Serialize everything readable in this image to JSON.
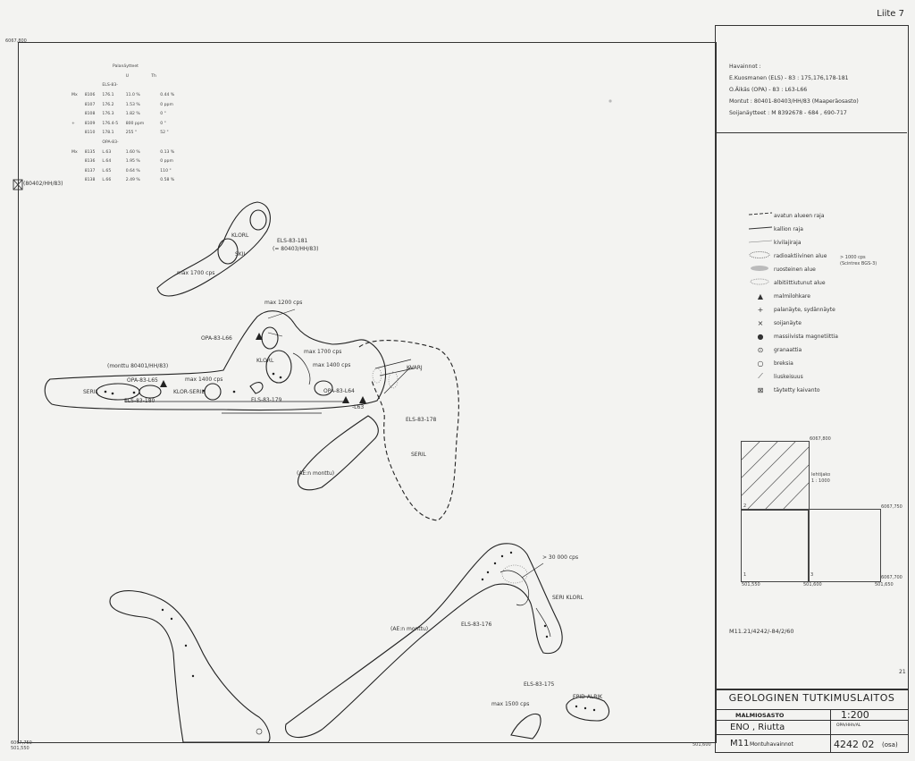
{
  "header": {
    "appendix": "Liite 7"
  },
  "corners": {
    "top_left": "6067,800",
    "bottom_left": "6067,750\n501,550",
    "bottom_right": "501,600"
  },
  "samples": {
    "title": "Palanäytteet",
    "columns": [
      "",
      "",
      "",
      "U",
      "Th"
    ],
    "rows": [
      [
        "",
        "",
        "ELS-83-",
        "",
        ""
      ],
      [
        "Mx",
        "8106",
        "176.1",
        "11.0 %",
        "0.44 %"
      ],
      [
        "",
        "8107",
        "176.2",
        "1.53 %",
        "0 ppm"
      ],
      [
        "",
        "8108",
        "176.3",
        "1.82 %",
        "0 \""
      ],
      [
        "+",
        "8109",
        "176.4-5",
        "800 ppm",
        "0 \""
      ],
      [
        "",
        "8110",
        "178.1",
        "255 \"",
        "52 \""
      ],
      [
        "",
        "",
        "OPA-83-",
        "",
        ""
      ],
      [
        "Mx",
        "8135",
        "L.63",
        "1.60 %",
        "0.13 %"
      ],
      [
        "",
        "8136",
        "L.64",
        "1.95 %",
        "0 ppm"
      ],
      [
        "",
        "8137",
        "L.65",
        "0.64 %",
        "110 \""
      ],
      [
        "",
        "8138",
        "L.66",
        "2.49 %",
        "0.58 %"
      ]
    ]
  },
  "map_labels": {
    "filled_trench": "(80402/HH/83)",
    "klorl_1": "KLORL",
    "skii": "SKII",
    "els_181": "ELS-83-181",
    "els_181_ref": "(= 80403/HH/83)",
    "max_1700_a": "max 1700 cps",
    "max_1200": "max 1200 cps",
    "opa_l66": "OPA-83-L66",
    "max_1700_b": "max 1700 cps",
    "max_1400_a": "max 1400 cps",
    "klorl_2": "KLORL",
    "kvarj": "KVARJ",
    "monttu": "(monttu 80401/HH/83)",
    "opa_l65": "OPA-83-L65",
    "max_1400_b": "max 1400 cps",
    "seril_1": "SERIL",
    "klor_seril": "KLOR-SERIL",
    "els_180": "ELS-83-180",
    "els_179": "ELS-83-179",
    "opa_l64": "OPA-83-L64",
    "l63": "-L63",
    "els_178": "ELS-83-178",
    "seril_2": "SERIL",
    "ae_monttu_1": "(AE:n monttu)",
    "gt_30000": "> 30 000 cps",
    "seri_klorl": "SERI KLORL",
    "ae_monttu_2": "(AE:n monttu)",
    "els_176": "ELS-83-176",
    "els_175": "ELS-83-175",
    "epid_albik": "EPID-ALBIK",
    "max_1500": "max 1500 cps"
  },
  "observations": {
    "title": "Havainnot :",
    "lines": [
      "E.Kuosmanen (ELS) - 83 : 175,176,178-181",
      "O.Äikäs (OPA) - 83 : L63-L66",
      "Montut : 80401-80403/HH/83 (Maaperäosasto)",
      "Soijanäytteet : M 8392678 - 684 , 690-717"
    ]
  },
  "legend": {
    "items": [
      {
        "symbol": "dash-line",
        "label": "avatun alueen raja"
      },
      {
        "symbol": "solid-line",
        "label": "kallion raja"
      },
      {
        "symbol": "thin-line",
        "label": "kivilajiraja"
      },
      {
        "symbol": "radioactive-area",
        "label": "radioaktiivinen alue"
      },
      {
        "symbol": "rust-area",
        "label": "ruosteinen alue"
      },
      {
        "symbol": "albite-area",
        "label": "albitiittiutunut alue"
      },
      {
        "symbol": "triangle",
        "label": "malmilohkare"
      },
      {
        "symbol": "plus",
        "label": "palanäyte, sydännäyte"
      },
      {
        "symbol": "cross",
        "label": "soijanäyte"
      },
      {
        "symbol": "lens",
        "label": "massiivista magnetiittia"
      },
      {
        "symbol": "dot-circle",
        "label": "granaattia"
      },
      {
        "symbol": "circle",
        "label": "breksia"
      },
      {
        "symbol": "foliation",
        "label": "liuskeisuus"
      },
      {
        "symbol": "x-box",
        "label": "täytetty kaivanto"
      }
    ],
    "scintrex_note": "> 1000 cps\n(Scintrex BGS-3)"
  },
  "index_map": {
    "top_coord": "6067,800",
    "right_coord_1": "6067,750",
    "right_coord_2": "6067,700",
    "bottom_coords": [
      "501,550",
      "501,600",
      "501,650"
    ],
    "sheet_note": "lehtijako\n1 : 1000",
    "cells": [
      "2",
      "1",
      "3"
    ]
  },
  "reference": "M11.21/4242/-84/2/60",
  "page_number": "21",
  "title_block": {
    "institute": "GEOLOGINEN TUTKIMUSLAITOS",
    "department": "MALMIOSASTO",
    "scale": "1:200",
    "scale_sub": "OPA/HHh/AL",
    "location": "ENO , Riutta",
    "code": "M11",
    "subject": "Montuhavainnot",
    "sheet": "4242 02",
    "sheet_part": "(osa)"
  }
}
